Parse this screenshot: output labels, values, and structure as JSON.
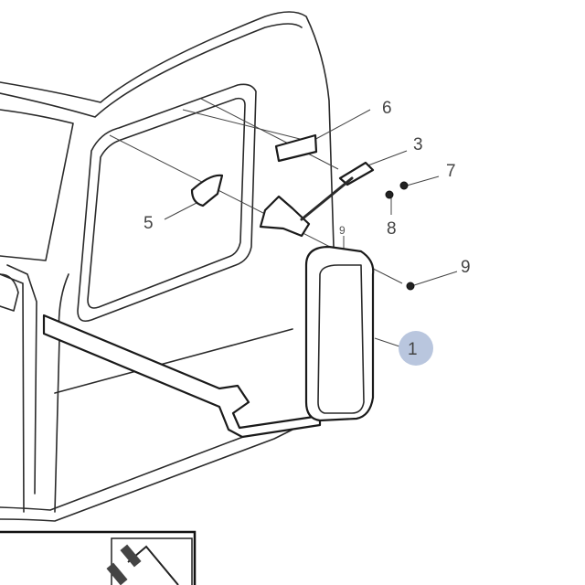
{
  "diagram": {
    "callouts": {
      "c6": "6",
      "c3": "3",
      "c7": "7",
      "c5": "5",
      "c8": "8",
      "c9": "9",
      "c9small": "9",
      "c1": "1"
    },
    "highlight_color": "#b9c6de"
  }
}
